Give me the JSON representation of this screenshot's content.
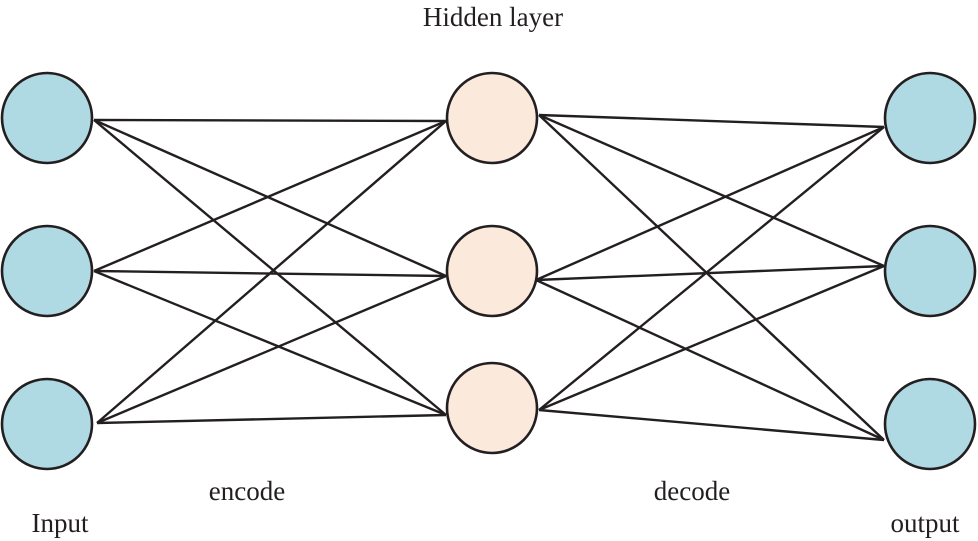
{
  "title": "Hidden layer",
  "labels": {
    "input": "Input",
    "output": "output",
    "encode": "encode",
    "decode": "decode"
  },
  "layers": {
    "input_nodes": 3,
    "hidden_nodes": 3,
    "output_nodes": 3
  },
  "colors": {
    "input_fill": "#afd9e3",
    "hidden_fill": "#fbe9dc",
    "output_fill": "#afd9e3",
    "stroke": "#231f20"
  }
}
